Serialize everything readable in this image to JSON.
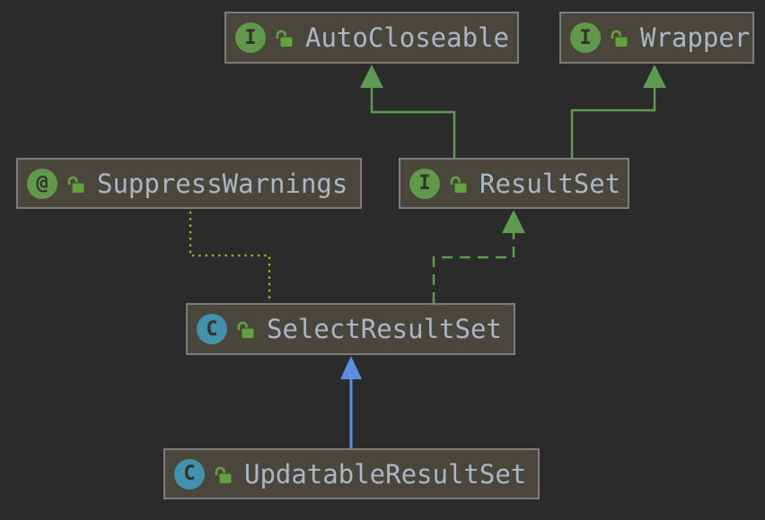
{
  "diagram": {
    "kind": "uml-class-diagram",
    "theme": "darcula-dark"
  },
  "colors": {
    "canvas_bg": "#2b2b2b",
    "node_bg": "#4b463c",
    "node_border": "#7d7d7d",
    "node_text": "#a9b7c6",
    "badge_green": "#5f9949",
    "badge_teal": "#4292ad",
    "badge_glyph": "#32322e",
    "lock_green": "#61a23f",
    "edge_green": "#5d9b50",
    "edge_yellow": "#b2ae25",
    "edge_blue": "#5a8ee0"
  },
  "nodes": [
    {
      "id": "autocloseable",
      "kind": "interface",
      "badge": "I",
      "label": "AutoCloseable"
    },
    {
      "id": "wrapper",
      "kind": "interface",
      "badge": "I",
      "label": "Wrapper"
    },
    {
      "id": "suppress-warnings",
      "kind": "annotation",
      "badge": "@",
      "label": "SuppressWarnings"
    },
    {
      "id": "resultset",
      "kind": "interface",
      "badge": "I",
      "label": "ResultSet"
    },
    {
      "id": "select-resultset",
      "kind": "class",
      "badge": "C",
      "label": "SelectResultSet"
    },
    {
      "id": "updatable-resultset",
      "kind": "class",
      "badge": "C",
      "label": "UpdatableResultSet"
    }
  ],
  "edges": [
    {
      "from": "ResultSet",
      "to": "AutoCloseable",
      "type": "extends",
      "style": "solid-green"
    },
    {
      "from": "ResultSet",
      "to": "Wrapper",
      "type": "extends",
      "style": "solid-green"
    },
    {
      "from": "SelectResultSet",
      "to": "ResultSet",
      "type": "implements",
      "style": "dashed-green"
    },
    {
      "from": "SelectResultSet",
      "to": "SuppressWarnings",
      "type": "annotation",
      "style": "dotted-yellow"
    },
    {
      "from": "UpdatableResultSet",
      "to": "SelectResultSet",
      "type": "extends",
      "style": "solid-blue"
    }
  ]
}
